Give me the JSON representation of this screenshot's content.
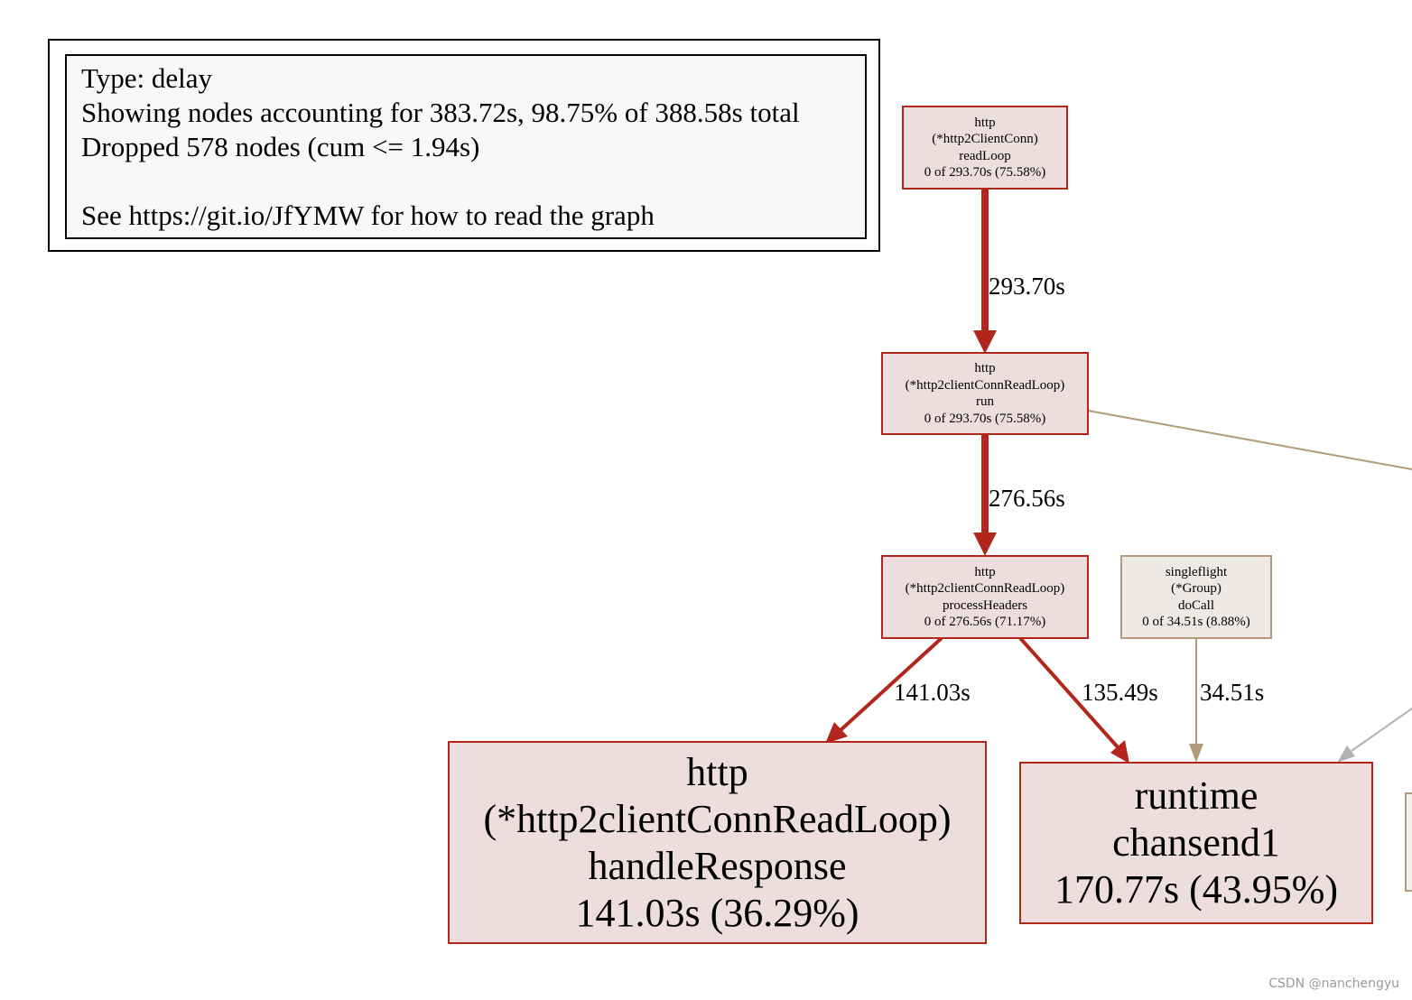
{
  "legend": {
    "line1": "Type: delay",
    "line2": "Showing nodes accounting for 383.72s, 98.75% of 388.58s total",
    "line3": "Dropped 578 nodes (cum <= 1.94s)",
    "line4": "See https://git.io/JfYMW for how to read the graph"
  },
  "nodes": {
    "readloop": {
      "pkg": "http",
      "recv": "(*http2ClientConn)",
      "fn": "readLoop",
      "stat": "0 of 293.70s (75.58%)"
    },
    "run": {
      "pkg": "http",
      "recv": "(*http2clientConnReadLoop)",
      "fn": "run",
      "stat": "0 of 293.70s (75.58%)"
    },
    "process_headers": {
      "pkg": "http",
      "recv": "(*http2clientConnReadLoop)",
      "fn": "processHeaders",
      "stat": "0 of 276.56s (71.17%)"
    },
    "singleflight": {
      "pkg": "singleflight",
      "recv": "(*Group)",
      "fn": "doCall",
      "stat": "0 of 34.51s (8.88%)"
    },
    "handle_response": {
      "pkg": "http",
      "recv": "(*http2clientConnReadLoop)",
      "fn": "handleResponse",
      "stat": "141.03s (36.29%)"
    },
    "chansend": {
      "pkg": "runtime",
      "fn": "chansend1",
      "stat": "170.77s (43.95%)"
    }
  },
  "edges": {
    "readloop_to_run": "293.70s",
    "run_to_process": "276.56s",
    "process_to_handle": "141.03s",
    "process_to_chansend": "135.49s",
    "singleflight_to_chansend": "34.51s"
  },
  "colors": {
    "hot_edge": "#b2261b",
    "hot_fill": "#eddedd",
    "mild_edge": "#b29a7b",
    "mild_fill": "#ede9e5",
    "gray_edge": "#b2b2b2"
  },
  "watermark": "CSDN @nanchengyu"
}
